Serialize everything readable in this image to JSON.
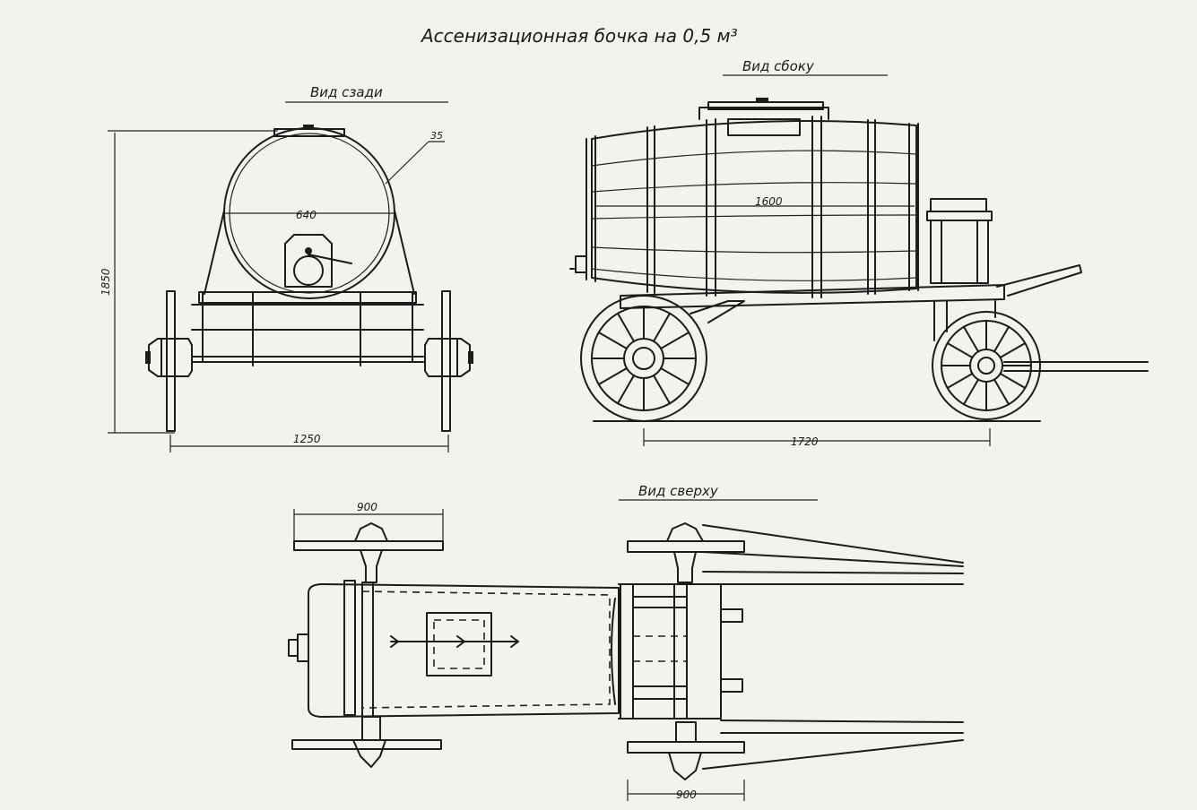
{
  "title": "Ассенизационная бочка на 0,5 м³",
  "views": {
    "rear": {
      "label": "Вид сзади"
    },
    "side": {
      "label": "Вид сбоку"
    },
    "top": {
      "label": "Вид сверху"
    }
  },
  "dimensions": {
    "rear_height": "1850",
    "rear_diameter": "640",
    "rear_thickness": "35",
    "rear_track": "1250",
    "side_length": "1600",
    "side_wheelbase": "1720",
    "top_wheel_left": "900",
    "top_wheel_right": "900"
  },
  "colors": {
    "paper": "#f3f2ed",
    "ink": "#1c1c1c"
  }
}
